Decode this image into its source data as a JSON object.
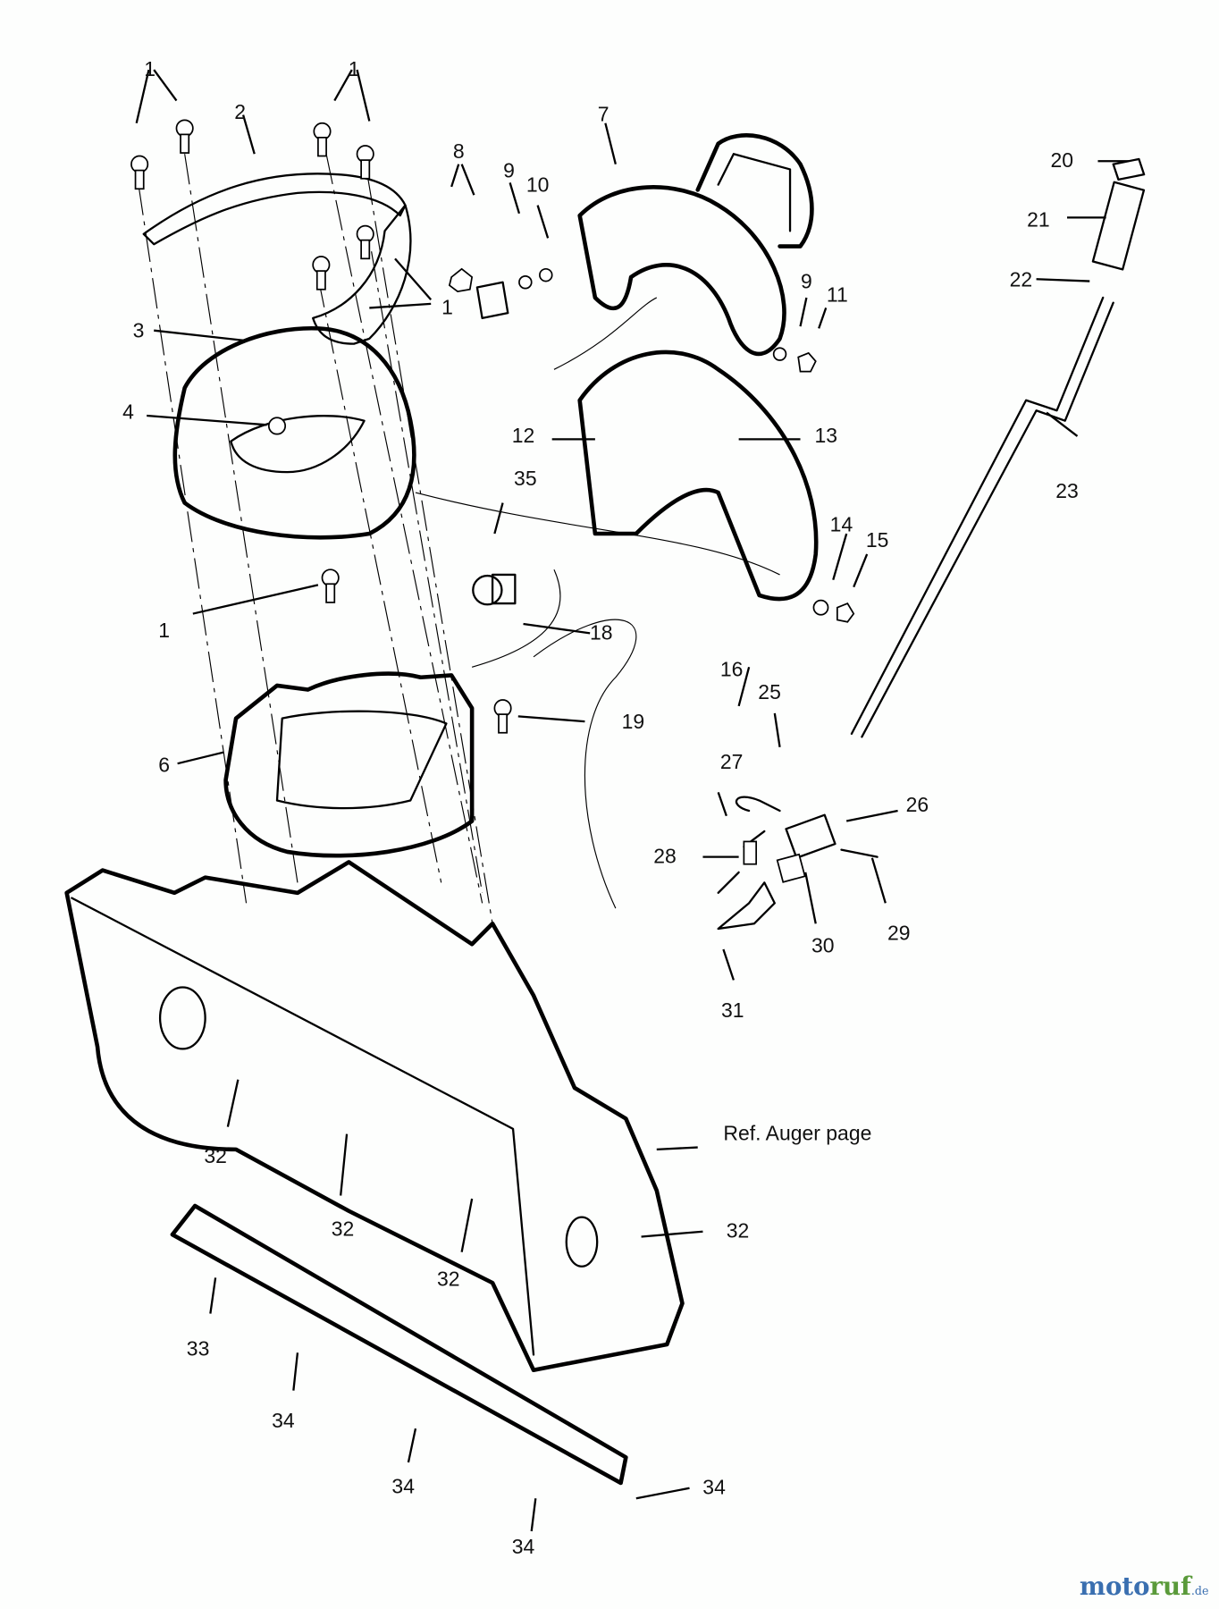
{
  "diagram": {
    "title": "Chute / discharge assembly exploded parts view",
    "callouts": [
      {
        "id": "c1a",
        "label": "1"
      },
      {
        "id": "c1b",
        "label": "1"
      },
      {
        "id": "c1c",
        "label": "1"
      },
      {
        "id": "c1d",
        "label": "1"
      },
      {
        "id": "c2",
        "label": "2"
      },
      {
        "id": "c3",
        "label": "3"
      },
      {
        "id": "c4",
        "label": "4"
      },
      {
        "id": "c6",
        "label": "6"
      },
      {
        "id": "c7",
        "label": "7"
      },
      {
        "id": "c8",
        "label": "8"
      },
      {
        "id": "c9a",
        "label": "9"
      },
      {
        "id": "c9b",
        "label": "9"
      },
      {
        "id": "c10",
        "label": "10"
      },
      {
        "id": "c11",
        "label": "11"
      },
      {
        "id": "c12",
        "label": "12"
      },
      {
        "id": "c13",
        "label": "13"
      },
      {
        "id": "c14",
        "label": "14"
      },
      {
        "id": "c15",
        "label": "15"
      },
      {
        "id": "c16",
        "label": "16"
      },
      {
        "id": "c18",
        "label": "18"
      },
      {
        "id": "c19",
        "label": "19"
      },
      {
        "id": "c20",
        "label": "20"
      },
      {
        "id": "c21",
        "label": "21"
      },
      {
        "id": "c22",
        "label": "22"
      },
      {
        "id": "c23",
        "label": "23"
      },
      {
        "id": "c25",
        "label": "25"
      },
      {
        "id": "c26",
        "label": "26"
      },
      {
        "id": "c27",
        "label": "27"
      },
      {
        "id": "c28",
        "label": "28"
      },
      {
        "id": "c29",
        "label": "29"
      },
      {
        "id": "c30",
        "label": "30"
      },
      {
        "id": "c31",
        "label": "31"
      },
      {
        "id": "c32a",
        "label": "32"
      },
      {
        "id": "c32b",
        "label": "32"
      },
      {
        "id": "c32c",
        "label": "32"
      },
      {
        "id": "c32d",
        "label": "32"
      },
      {
        "id": "c33",
        "label": "33"
      },
      {
        "id": "c34a",
        "label": "34"
      },
      {
        "id": "c34b",
        "label": "34"
      },
      {
        "id": "c34c",
        "label": "34"
      },
      {
        "id": "c34d",
        "label": "34"
      },
      {
        "id": "c35",
        "label": "35"
      }
    ],
    "note": "Ref. Auger page",
    "watermark": {
      "part1": "moto",
      "part2": "ruf",
      "suffix": ".de"
    }
  }
}
